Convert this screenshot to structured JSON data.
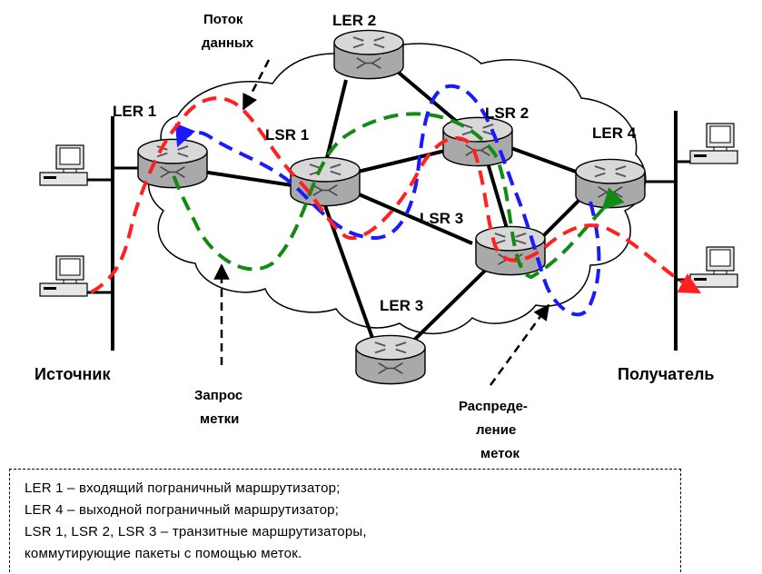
{
  "labels": {
    "ler1": "LER 1",
    "ler2": "LER 2",
    "ler3": "LER 3",
    "ler4": "LER 4",
    "lsr1": "LSR 1",
    "lsr2": "LSR 2",
    "lsr3": "LSR 3"
  },
  "annotations": {
    "flow_line1": "Поток",
    "flow_line2": "данных",
    "request_line1": "Запрос",
    "request_line2": "метки",
    "dist_line1": "Распреде-",
    "dist_line2": "ление",
    "dist_line3": "меток",
    "source": "Источник",
    "receiver": "Получатель"
  },
  "legend": {
    "line1": "LER 1 – входящий пограничный маршрутизатор;",
    "line2": "LER 4 – выходной пограничный маршрутизатор;",
    "line3": "LSR 1, LSR 2, LSR 3 – транзитные маршрутизаторы,",
    "line4": "коммутирующие пакеты с помощью меток."
  },
  "colors": {
    "data_flow": "#ff2020",
    "label_request": "#138a13",
    "label_distribution": "#1a1aff",
    "cloud_fill": "#ffffff",
    "router_fill": "#c8c8c8"
  }
}
